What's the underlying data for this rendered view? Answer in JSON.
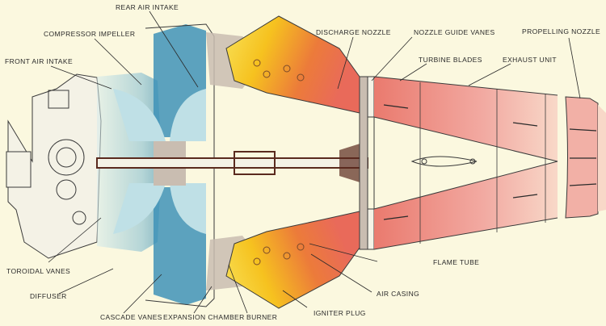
{
  "diagram": {
    "subject": "Centrifugal-flow turbojet engine cutaway",
    "colors": {
      "background": "#fbf8df",
      "cold_air": "#3f93b8",
      "cold_air_light": "#bfe0e6",
      "combustion_hot": "#f6c21f",
      "combustion_mid": "#ec7b3a",
      "exhaust_gas": "#ef9a92",
      "casing_grey": "#c9bdb1",
      "shaft_brown": "#5a2a1e",
      "line": "#3a3a3a"
    },
    "labels": {
      "rear_air_intake": "REAR AIR INTAKE",
      "compressor_impeller": "COMPRESSOR IMPELLER",
      "front_air_intake": "FRONT AIR INTAKE",
      "discharge_nozzle": "DISCHARGE NOZZLE",
      "nozzle_guide_vanes": "NOZZLE GUIDE VANES",
      "propelling_nozzle": "PROPELLING NOZZLE",
      "turbine_blades": "TURBINE BLADES",
      "exhaust_unit": "EXHAUST UNIT",
      "toroidal_vanes": "TOROIDAL VANES",
      "diffuser": "DIFFUSER",
      "cascade_vanes": "CASCADE VANES",
      "expansion_chamber": "EXPANSION CHAMBER",
      "burner": "BURNER",
      "igniter_plug": "IGNITER PLUG",
      "flame_tube": "FLAME TUBE",
      "air_casing": "AIR CASING"
    }
  }
}
